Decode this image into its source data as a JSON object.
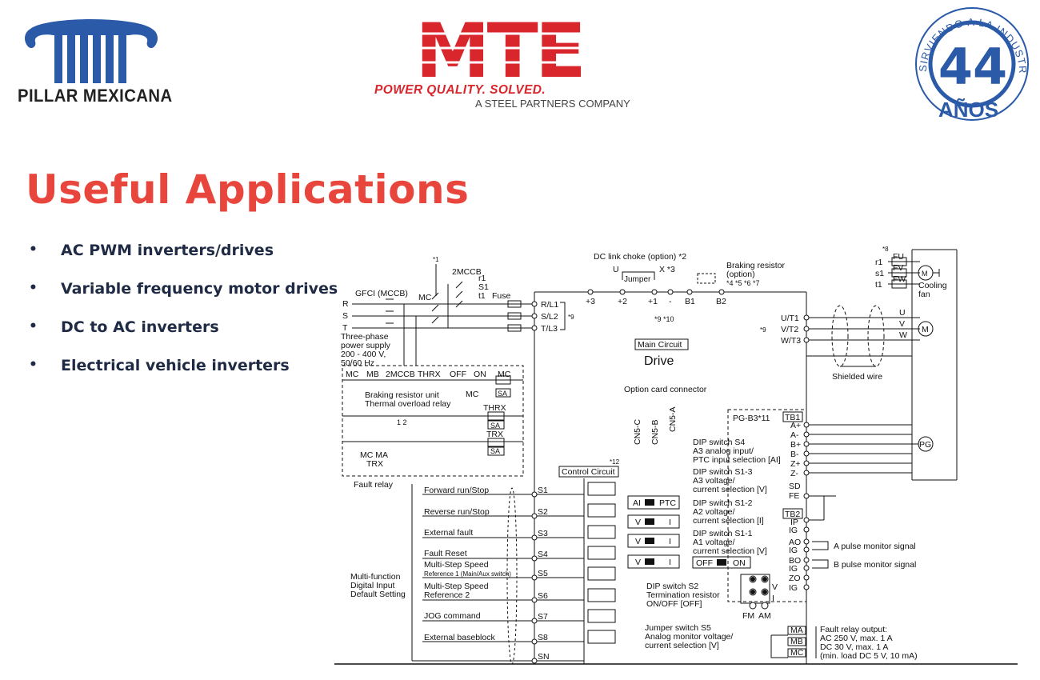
{
  "header": {
    "left_logo_text": "PILLAR MEXICANA",
    "mte_logo_text": "MTE",
    "mte_tagline": "POWER QUALITY. SOLVED.",
    "mte_subtitle": "A STEEL PARTNERS COMPANY",
    "anniversary_ring_text": "SIRVIENDO A LA INDUSTRIA",
    "anniversary_number": "44",
    "anniversary_word": "AÑOS"
  },
  "slide": {
    "title": "Useful Applications",
    "bullets": [
      "AC PWM inverters/drives",
      "Variable frequency motor drives",
      "DC to AC inverters",
      "Electrical vehicle inverters"
    ]
  },
  "colors": {
    "title_red": "#e8453c",
    "mte_red": "#d8262c",
    "pillar_blue": "#2a5aa8",
    "bullet_navy": "#1f2a44"
  },
  "diagram": {
    "labels": {
      "gfci": "GFCI (MCCB)",
      "r": "R",
      "s": "S",
      "t": "T",
      "supply1": "Three-phase",
      "supply2": "power supply",
      "supply3": "200 - 400 V,",
      "supply4": "50/60 Hz",
      "mc": "MC",
      "mccb2": "2MCCB",
      "r1": "r1",
      "s1": "S1",
      "t1": "t1",
      "fuse": "Fuse",
      "star1": "*1",
      "rl1": "R/L1",
      "sl2": "S/L2",
      "tl3": "T/L3",
      "star9a": "*9",
      "dc_choke": "DC link choke (option) *2",
      "u": "U",
      "x": "X *3",
      "jumper": "Jumper",
      "braking1": "Braking resistor",
      "braking2": "(option)",
      "braking3": "*4 *5 *6 *7",
      "p3": "+3",
      "p2": "+2",
      "p1": "+1",
      "minus": "-",
      "b1": "B1",
      "b2": "B2",
      "star910": "*9 *10",
      "main_circuit": "Main Circuit",
      "drive": "Drive",
      "option_card": "Option card connector",
      "cnc": "CN5-C",
      "cnb": "CN5-B",
      "cna": "CN5-A",
      "seq_mc": "MC",
      "seq_mb": "MB",
      "seq_2mccb": "2MCCB",
      "seq_thrx": "THRX",
      "seq_off": "OFF",
      "seq_on": "ON",
      "seq_mc2": "MC",
      "seq_mc3": "MC",
      "seq_sa": "SA",
      "brake_unit1": "Braking resistor unit",
      "brake_unit2": "Thermal overload relay",
      "thrx": "THRX",
      "trx": "TRX",
      "sa2": "SA",
      "sa3": "SA",
      "n12": "1    2",
      "mcma": "MC MA",
      "trx2": "TRX",
      "fault_relay": "Fault relay",
      "star8": "*8",
      "fu": "FU",
      "fv": "FV",
      "fw": "FW",
      "fr1": "r1",
      "fs1": "s1",
      "ft1": "t1",
      "cooling1": "Cooling",
      "cooling2": "fan",
      "ut1": "U/T1",
      "vt2": "V/T2",
      "wt3": "W/T3",
      "star9b": "*9",
      "mu": "U",
      "mv": "V",
      "mw": "W",
      "motor": "M",
      "fanmotor": "M",
      "shielded": "Shielded wire",
      "pgb3": "PG-B3*11",
      "tb1": "TB1",
      "ap": "A+",
      "am": "A-",
      "bp": "B+",
      "bm": "B-",
      "zp": "Z+",
      "zm": "Z-",
      "sd": "SD",
      "fe": "FE",
      "tb2": "TB2",
      "ip": "IP",
      "ig": "IG",
      "ao": "AO",
      "ig2": "IG",
      "bo": "BO",
      "ig3": "IG",
      "zo": "ZO",
      "ig4": "IG",
      "pg": "PG",
      "apulse": "A pulse monitor signal",
      "bpulse": "B pulse monitor signal",
      "dip_s4_1": "DIP switch S4",
      "dip_s4_2": "A3 analog input/",
      "dip_s4_3": "PTC input selection [AI]",
      "dip_s13_1": "DIP switch S1-3",
      "dip_s13_2": "A3 voltage/",
      "dip_s13_3": "current selection [V]",
      "dip_s12_1": "DIP switch S1-2",
      "dip_s12_2": "A2 voltage/",
      "dip_s12_3": "current selection [I]",
      "dip_s11_1": "DIP switch S1-1",
      "dip_s11_2": "A1 voltage/",
      "dip_s11_3": "current selection [V]",
      "ai": "AI",
      "ptc": "PTC",
      "v1": "V",
      "i1": "I",
      "v2": "V",
      "i2": "I",
      "v3": "V",
      "i3": "I",
      "off": "OFF",
      "on": "ON",
      "dip_s2_1": "DIP switch S2",
      "dip_s2_2": "Termination resistor",
      "dip_s2_3": "ON/OFF [OFF]",
      "jmp_s5_1": "Jumper switch S5",
      "jmp_s5_2": "Analog monitor voltage/",
      "jmp_s5_3": "current selection [V]",
      "fm": "FM",
      "am_lbl": "AM",
      "sv": "V",
      "si": "I",
      "control_circuit": "Control Circuit",
      "star12": "*12",
      "fwd": "Forward run/Stop",
      "rev": "Reverse run/Stop",
      "extfault": "External fault",
      "faultreset": "Fault Reset",
      "msr1a": "Multi-Step Speed",
      "msr1b": "Reference 1 (Main/Aux switch)",
      "msr2a": "Multi-Step Speed",
      "msr2b": "Reference 2",
      "jog": "JOG command",
      "baseblock": "External baseblock",
      "s2": "S2",
      "s3": "S3",
      "s4": "S4",
      "s5": "S5",
      "s6": "S6",
      "s7": "S7",
      "s8": "S8",
      "sn": "SN",
      "mf1": "Multi-function",
      "mf2": "Digital Input",
      "mf3": "Default Setting",
      "ma": "MA",
      "mb": "MB",
      "mc_out": "MC",
      "fro1": "Fault relay output:",
      "fro2": "AC 250 V, max. 1 A",
      "fro3": "DC 30 V, max. 1 A",
      "fro4": "(min. load DC 5 V, 10 mA)"
    }
  }
}
